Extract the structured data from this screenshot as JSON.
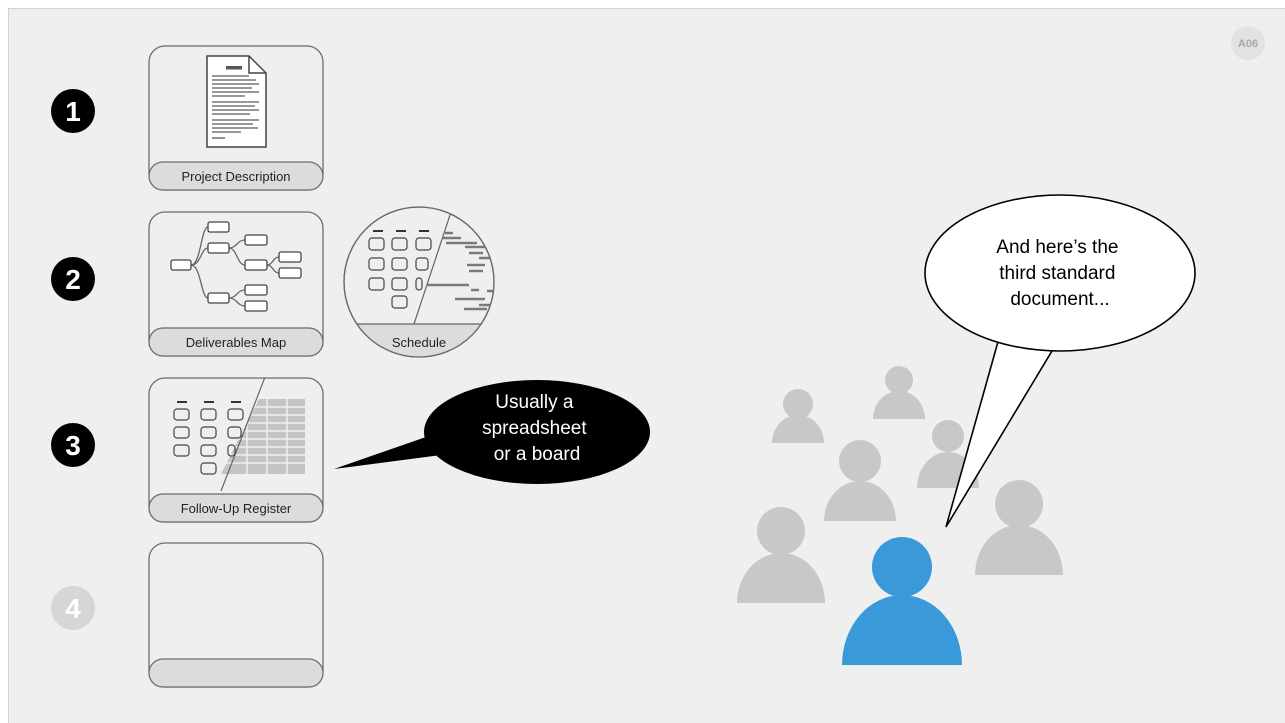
{
  "slide_id": "A06",
  "steps": [
    {
      "number": "1",
      "state": "done",
      "cards": [
        {
          "label": "Project Description",
          "icon": "document-icon"
        }
      ]
    },
    {
      "number": "2",
      "state": "done",
      "cards": [
        {
          "label": "Deliverables Map",
          "icon": "tree-map-icon"
        },
        {
          "label": "Schedule",
          "icon": "schedule-gantt-icon"
        }
      ]
    },
    {
      "number": "3",
      "state": "current",
      "cards": [
        {
          "label": "Follow-Up Register",
          "icon": "kanban-spreadsheet-icon"
        }
      ]
    },
    {
      "number": "4",
      "state": "upcoming",
      "cards": [
        {
          "label": "",
          "icon": ""
        }
      ]
    }
  ],
  "callout_register": {
    "lines": [
      "Usually a",
      "spreadsheet",
      "or a board"
    ]
  },
  "callout_speaker": {
    "lines": [
      "And here’s the",
      "third standard",
      "document..."
    ]
  },
  "colors": {
    "background": "#efefef",
    "card_border": "#6b6b6b",
    "upcoming": "#d6d6d6",
    "audience": "#c8c8c8",
    "speaker": "#3a9ad9",
    "callout_dark": "#000000"
  }
}
